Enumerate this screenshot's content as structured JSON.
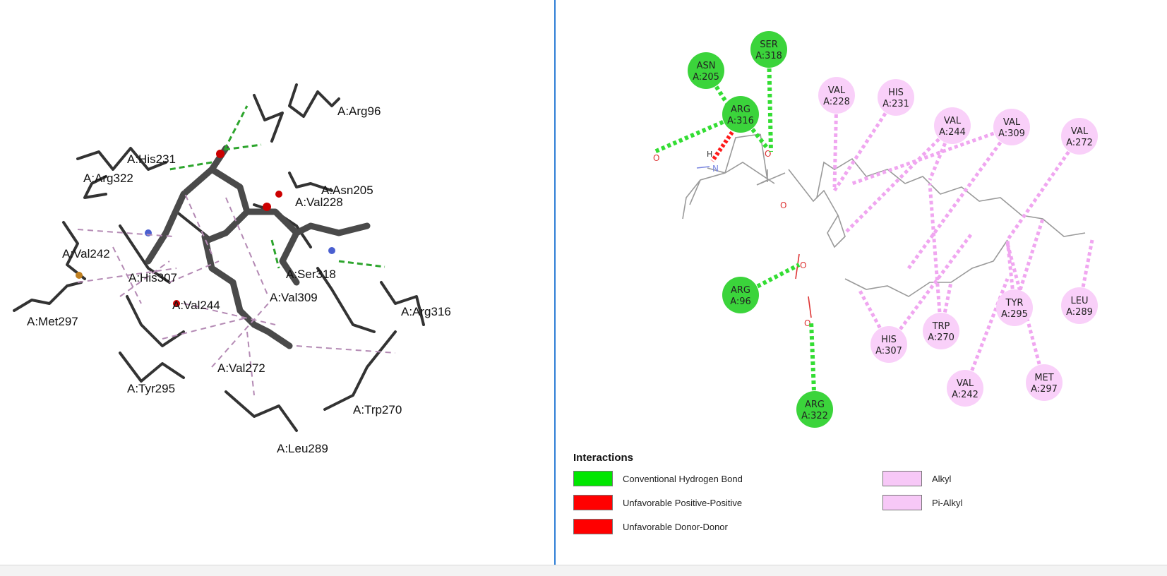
{
  "left_view": {
    "residues": [
      {
        "label": "A:Arg96"
      },
      {
        "label": "A:His231"
      },
      {
        "label": "A:Arg322"
      },
      {
        "label": "A:Asn205"
      },
      {
        "label": "A:Val228"
      },
      {
        "label": "A:Val242"
      },
      {
        "label": "A:His307"
      },
      {
        "label": "A:Ser318"
      },
      {
        "label": "A:Val309"
      },
      {
        "label": "A:Val244"
      },
      {
        "label": "A:Arg316"
      },
      {
        "label": "A:Met297"
      },
      {
        "label": "A:Val272"
      },
      {
        "label": "A:Tyr295"
      },
      {
        "label": "A:Trp270"
      },
      {
        "label": "A:Leu289"
      }
    ]
  },
  "diagram": {
    "ligand_atoms": {
      "h_label": "H"
    },
    "residues": [
      {
        "name": "ASN",
        "id": "A:205",
        "kind": "hbond"
      },
      {
        "name": "SER",
        "id": "A:318",
        "kind": "hbond"
      },
      {
        "name": "ARG",
        "id": "A:316",
        "kind": "hbond"
      },
      {
        "name": "ARG",
        "id": "A:96",
        "kind": "hbond"
      },
      {
        "name": "ARG",
        "id": "A:322",
        "kind": "hbond"
      },
      {
        "name": "VAL",
        "id": "A:228",
        "kind": "alkyl"
      },
      {
        "name": "HIS",
        "id": "A:231",
        "kind": "alkyl"
      },
      {
        "name": "VAL",
        "id": "A:244",
        "kind": "alkyl"
      },
      {
        "name": "VAL",
        "id": "A:309",
        "kind": "alkyl"
      },
      {
        "name": "VAL",
        "id": "A:272",
        "kind": "alkyl"
      },
      {
        "name": "LEU",
        "id": "A:289",
        "kind": "alkyl"
      },
      {
        "name": "TYR",
        "id": "A:295",
        "kind": "alkyl"
      },
      {
        "name": "TRP",
        "id": "A:270",
        "kind": "alkyl"
      },
      {
        "name": "HIS",
        "id": "A:307",
        "kind": "alkyl"
      },
      {
        "name": "VAL",
        "id": "A:242",
        "kind": "alkyl"
      },
      {
        "name": "MET",
        "id": "A:297",
        "kind": "alkyl"
      }
    ]
  },
  "legend": {
    "title": "Interactions",
    "items": [
      {
        "label": "Conventional Hydrogen Bond",
        "color": "#00e600"
      },
      {
        "label": "Unfavorable Positive-Positive",
        "color": "#ff0000"
      },
      {
        "label": "Unfavorable Donor-Donor",
        "color": "#ff0000"
      },
      {
        "label": "Alkyl",
        "color": "#f7c8f7"
      },
      {
        "label": "Pi-Alkyl",
        "color": "#f7c8f7"
      }
    ]
  },
  "colors": {
    "hbond": "#33dd33",
    "hbond_node": "#3bd43b",
    "alkyl_line": "#f0a6f0",
    "alkyl_node": "#f9d0f9",
    "unfavorable": "#ff1a1a",
    "ligand": "#9a9a9a",
    "panel_border": "#2f7fd6"
  }
}
